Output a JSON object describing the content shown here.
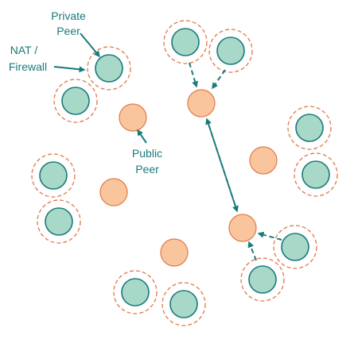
{
  "labels": {
    "private_peer_line1": "Private",
    "private_peer_line2": "Peer",
    "nat_line1": "NAT /",
    "nat_line2": "Firewall",
    "public_peer_line1": "Public",
    "public_peer_line2": "Peer"
  },
  "colors": {
    "label_text": "#1a7a7a",
    "arrow": "#1a7a7a",
    "private_fill": "#a8d8c8",
    "private_stroke": "#1a7a7a",
    "public_fill": "#f9c59d",
    "public_stroke": "#e07a4a",
    "firewall_stroke": "#e07a4a"
  }
}
